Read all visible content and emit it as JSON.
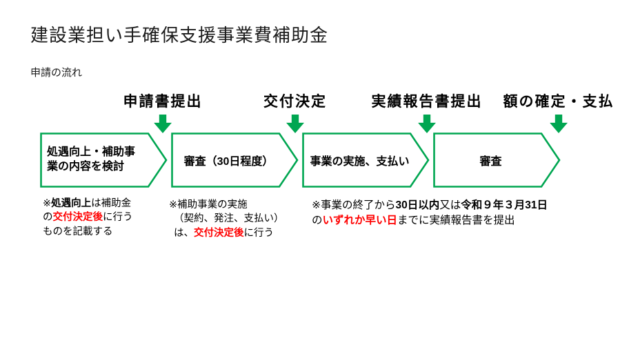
{
  "page": {
    "title": "建設業担い手確保支援事業費補助金",
    "subtitle": "申請の流れ"
  },
  "colors": {
    "accent_green": "#00a651",
    "highlight_red": "#ff0000",
    "text": "#111111",
    "shape_fill": "#ffffff"
  },
  "milestones": [
    {
      "label": "申請書提出"
    },
    {
      "label": "交付決定"
    },
    {
      "label": "実績報告書提出"
    },
    {
      "label": "額の確定・支払"
    }
  ],
  "steps": [
    {
      "label": "処遇向上・補助事業の内容を検討"
    },
    {
      "label": "審査（30日程度）"
    },
    {
      "label": "事業の実施、支払い"
    },
    {
      "label": "審査"
    }
  ],
  "notes": [
    {
      "lines": [
        {
          "segments": [
            {
              "text": "※",
              "style": "plain"
            },
            {
              "text": "処遇向上",
              "style": "bold"
            },
            {
              "text": "は補助金",
              "style": "plain"
            }
          ]
        },
        {
          "segments": [
            {
              "text": "の",
              "style": "plain"
            },
            {
              "text": "交付決定後",
              "style": "red-bold"
            },
            {
              "text": "に行う",
              "style": "plain"
            }
          ]
        },
        {
          "segments": [
            {
              "text": "ものを記載する",
              "style": "plain"
            }
          ]
        }
      ]
    },
    {
      "lines": [
        {
          "segments": [
            {
              "text": "※補助事業の実施",
              "style": "plain"
            }
          ]
        },
        {
          "segments": [
            {
              "text": "（契約、発注、支払い）",
              "style": "plain"
            }
          ]
        },
        {
          "segments": [
            {
              "text": "は、",
              "style": "plain"
            },
            {
              "text": "交付決定後",
              "style": "red-bold"
            },
            {
              "text": "に行う",
              "style": "plain"
            }
          ]
        }
      ]
    },
    {
      "lines": [
        {
          "segments": [
            {
              "text": "※事業の終了から",
              "style": "plain"
            },
            {
              "text": "30日以内",
              "style": "bold"
            },
            {
              "text": "又は",
              "style": "plain"
            },
            {
              "text": "令和９年３月31日",
              "style": "bold"
            }
          ]
        },
        {
          "segments": [
            {
              "text": "の",
              "style": "plain"
            },
            {
              "text": "いずれか早い日",
              "style": "red-bold"
            },
            {
              "text": "までに実績報告書を提出",
              "style": "plain"
            }
          ]
        }
      ]
    }
  ]
}
